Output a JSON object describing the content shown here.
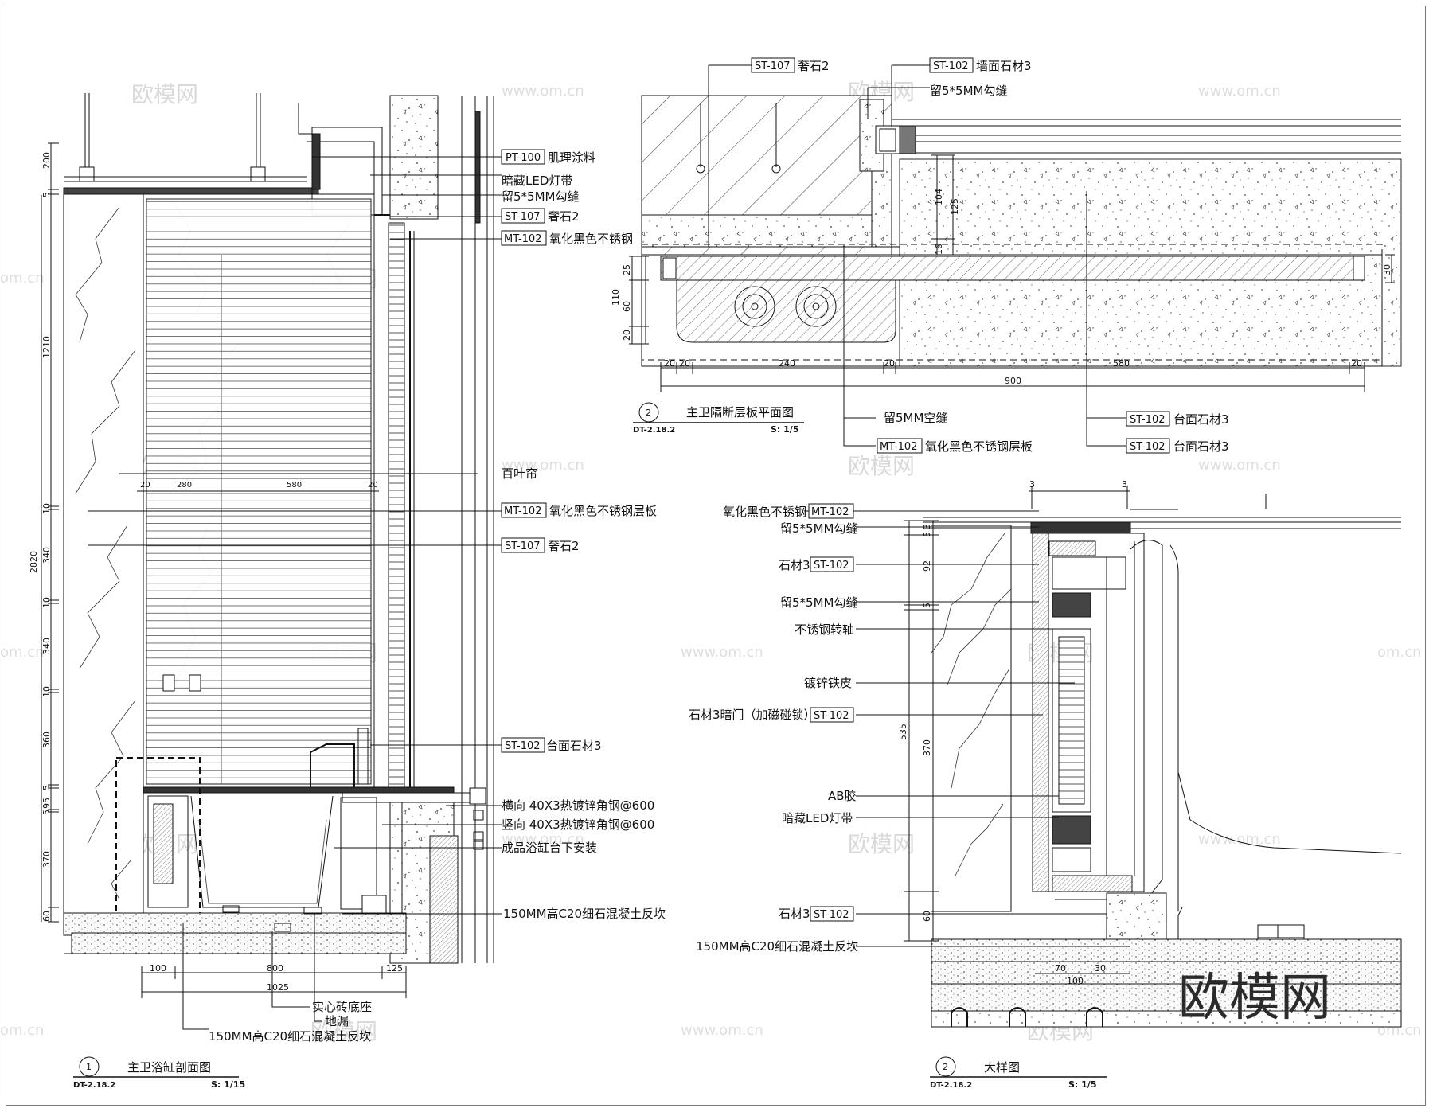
{
  "sheet": {
    "watermark_text": "欧模网",
    "watermark_url": "www.om.cn",
    "watermark_url_cut": "om.cn"
  },
  "drawing1": {
    "number": "1",
    "sheet_ref": "DT-2.18.2",
    "title": "主卫浴缸剖面图",
    "scale": "S: 1/15",
    "callouts": [
      {
        "code": "PT-100",
        "text": "肌理涂料"
      },
      {
        "code": "",
        "text": "暗藏LED灯带"
      },
      {
        "code": "",
        "text": "留5*5MM勾缝"
      },
      {
        "code": "ST-107",
        "text": "奢石2"
      },
      {
        "code": "MT-102",
        "text": "氧化黑色不锈钢"
      },
      {
        "code": "",
        "text": "百叶帘"
      },
      {
        "code": "MT-102",
        "text": "氧化黑色不锈钢层板"
      },
      {
        "code": "ST-107",
        "text": "奢石2"
      },
      {
        "code": "ST-102",
        "text": "台面石材3"
      },
      {
        "code": "",
        "text": "横向 40X3热镀锌角钢@600"
      },
      {
        "code": "",
        "text": "竖向 40X3热镀锌角钢@600"
      },
      {
        "code": "",
        "text": "成品浴缸台下安装"
      },
      {
        "code": "",
        "text": "150MM高C20细石混凝土反坎"
      }
    ],
    "bottom_labels": [
      "实心砖底座",
      "地漏",
      "150MM高C20细石混凝土反坎"
    ],
    "vertical_dims": [
      "200",
      "5",
      "1210",
      "10",
      "340",
      "10",
      "340",
      "10",
      "360",
      "5",
      "95",
      "5",
      "370",
      "60"
    ],
    "overall_height": "2820",
    "top_dims": [
      "20",
      "280",
      "580",
      "20"
    ],
    "bottom_dims": [
      "100",
      "800",
      "125"
    ],
    "bottom_total": "1025"
  },
  "drawing2": {
    "number": "2",
    "sheet_ref": "DT-2.18.2",
    "title": "主卫隔断层板平面图",
    "scale": "S: 1/5",
    "callouts_top": [
      {
        "code": "ST-107",
        "text": "奢石2"
      },
      {
        "code": "ST-102",
        "text": "墙面石材3"
      },
      {
        "code": "",
        "text": "留5*5MM勾缝"
      }
    ],
    "callouts_bottom": [
      {
        "code": "",
        "text": "留5MM空缝"
      },
      {
        "code": "MT-102",
        "text": "氧化黑色不锈钢层板"
      },
      {
        "code": "ST-102",
        "text": "台面石材3"
      },
      {
        "code": "ST-102",
        "text": "台面石材3"
      }
    ],
    "left_dims": [
      "25",
      "110",
      "60",
      "20"
    ],
    "inner_dims": [
      "104",
      "125",
      "16"
    ],
    "right_dim": "30",
    "bottom_dims": [
      "20",
      "20",
      "240",
      "20",
      "580",
      "20"
    ],
    "bottom_total": "900"
  },
  "drawing3": {
    "number": "2",
    "sheet_ref": "DT-2.18.2",
    "title": "大样图",
    "scale": "S: 1/5",
    "callouts": [
      {
        "code": "MT-102",
        "text": "氧化黑色不锈钢"
      },
      {
        "code": "",
        "text": "留5*5MM勾缝"
      },
      {
        "code": "ST-102",
        "text": "石材3"
      },
      {
        "code": "",
        "text": "留5*5MM勾缝"
      },
      {
        "code": "",
        "text": "不锈钢转轴"
      },
      {
        "code": "",
        "text": "镀锌铁皮"
      },
      {
        "code": "ST-102",
        "text": "石材3暗门（加磁碰锁）"
      },
      {
        "code": "",
        "text": "AB胶"
      },
      {
        "code": "",
        "text": "暗藏LED灯带"
      },
      {
        "code": "ST-102",
        "text": "石材3"
      },
      {
        "code": "",
        "text": "150MM高C20细石混凝土反坎"
      }
    ],
    "top_dims": [
      "3",
      "3"
    ],
    "vertical_dims": [
      "3",
      "5",
      "92",
      "5",
      "370",
      "60"
    ],
    "overall_height": "535",
    "bottom_dims": [
      "70",
      "30",
      "100"
    ]
  }
}
